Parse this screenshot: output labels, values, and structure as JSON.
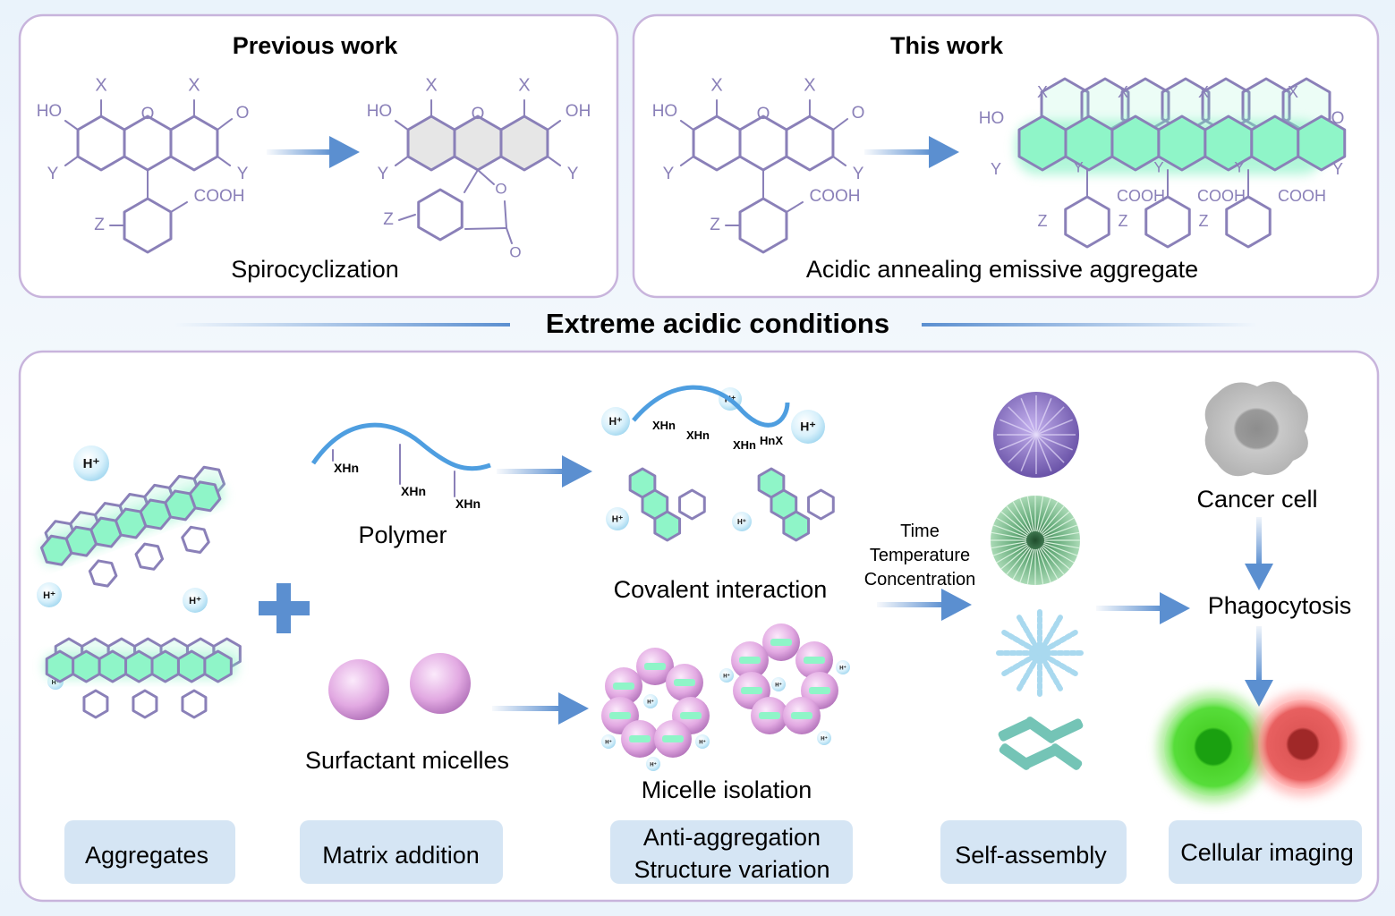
{
  "top_left": {
    "title": "Previous work",
    "caption": "Spirocyclization"
  },
  "top_right": {
    "title": "This work",
    "caption": "Acidic annealing emissive aggregate"
  },
  "divider_title": "Extreme acidic conditions",
  "chem_labels": {
    "x": "X",
    "y": "Y",
    "z": "Z",
    "ho": "HO",
    "o": "O",
    "oh": "OH",
    "cooh": "COOH",
    "xhn": "XHn",
    "hnx": "HnX",
    "h_plus": "H⁺"
  },
  "bottom": {
    "polymer_label": "Polymer",
    "surfactant_label": "Surfactant micelles",
    "covalent_label": "Covalent interaction",
    "micelle_isolation_label": "Micelle isolation",
    "conditions": [
      "Time",
      "Temperature",
      "Concentration"
    ],
    "cancer_cell_label": "Cancer cell",
    "phagocytosis_label": "Phagocytosis",
    "steps": [
      {
        "lines": [
          "Aggregates"
        ]
      },
      {
        "lines": [
          "Matrix addition"
        ]
      },
      {
        "lines": [
          "Anti-aggregation",
          "Structure variation"
        ]
      },
      {
        "lines": [
          "Self-assembly"
        ]
      },
      {
        "lines": [
          "Cellular imaging"
        ]
      }
    ]
  },
  "colors": {
    "frame": "#c8b4dc",
    "arrow": "#5b8fd0",
    "molecule": "#8a80b8",
    "emissive": "#7ef0c0",
    "pill": "#d5e5f4",
    "green_cell": "#3fcf1f",
    "red_cell": "#e04848"
  }
}
